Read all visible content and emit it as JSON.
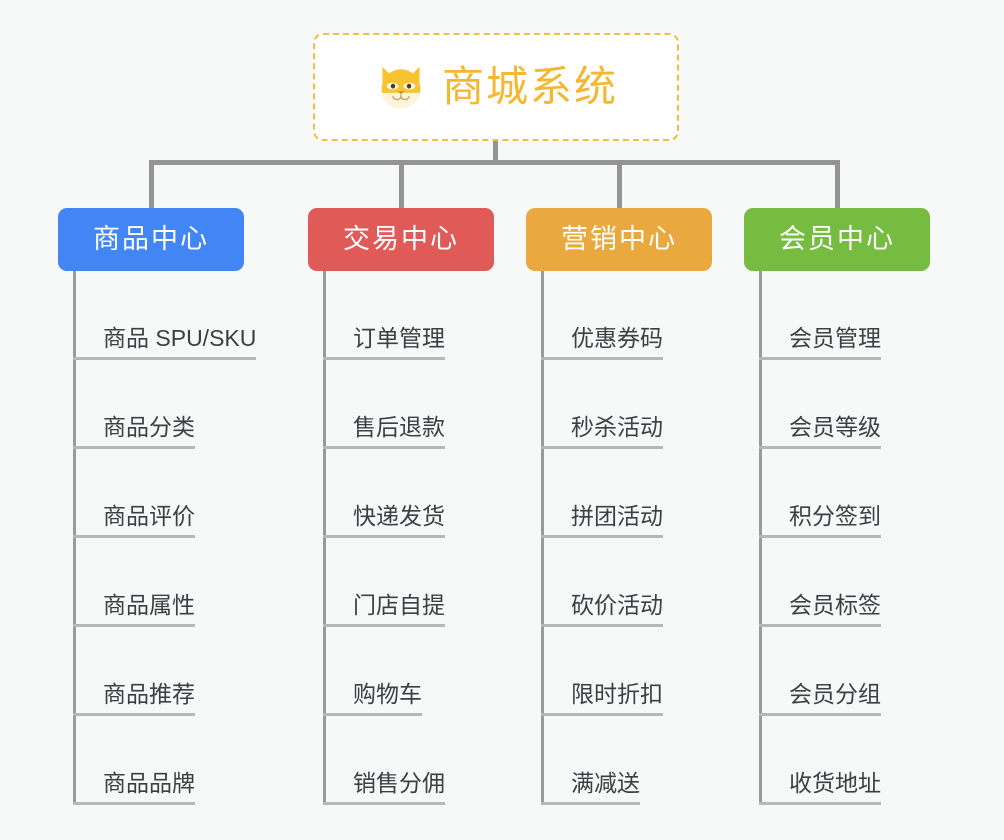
{
  "canvas": {
    "background": "#f7f8f8",
    "connector_color": "#949494",
    "leaf_underline_color": "#b7b7b7",
    "leaf_text_color": "#3c4043"
  },
  "root": {
    "title": "商城系统",
    "icon": "shiba-dog-face-icon",
    "text_color": "#f5b731",
    "border_color": "#f0bd4a",
    "fill_color": "#ffffff"
  },
  "columns": [
    {
      "label": "商品中心",
      "color": "#4285f4",
      "items": [
        "商品 SPU/SKU",
        "商品分类",
        "商品评价",
        "商品属性",
        "商品推荐",
        "商品品牌"
      ]
    },
    {
      "label": "交易中心",
      "color": "#e05b58",
      "items": [
        "订单管理",
        "售后退款",
        "快递发货",
        "门店自提",
        "购物车",
        "销售分佣"
      ]
    },
    {
      "label": "营销中心",
      "color": "#eaa93e",
      "items": [
        "优惠券码",
        "秒杀活动",
        "拼团活动",
        "砍价活动",
        "限时折扣",
        "满减送"
      ]
    },
    {
      "label": "会员中心",
      "color": "#76bc40",
      "items": [
        "会员管理",
        "会员等级",
        "积分签到",
        "会员标签",
        "会员分组",
        "收货地址"
      ]
    }
  ]
}
